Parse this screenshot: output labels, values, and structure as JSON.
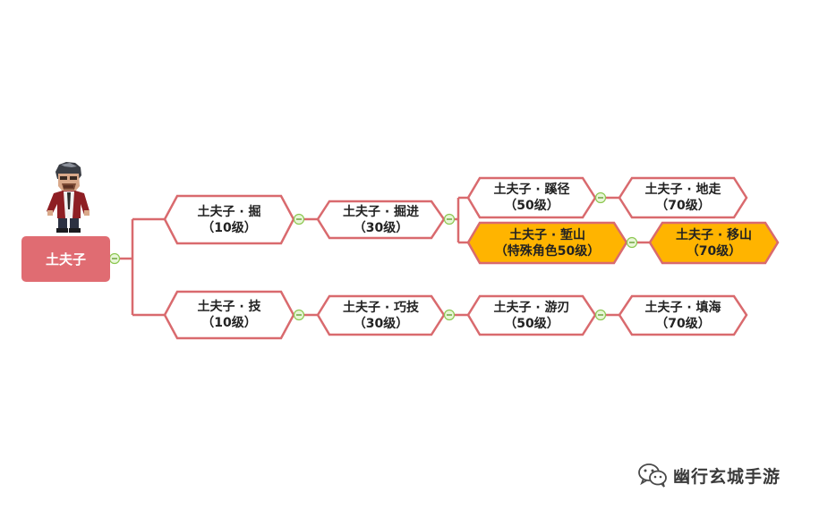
{
  "root": {
    "label": "土夫子"
  },
  "branches": {
    "jue": {
      "name": "土夫子 · 掘",
      "level": "（10级）"
    },
    "jie": {
      "name": "土夫子 · 掘进",
      "level": "（30级）"
    },
    "xijing": {
      "name": "土夫子 · 蹊径",
      "level": "（50级）"
    },
    "dizou": {
      "name": "土夫子 · 地走",
      "level": "（70级）"
    },
    "zhanshan": {
      "name": "土夫子 · 堑山",
      "level": "（特殊角色50级）"
    },
    "yishan": {
      "name": "土夫子 · 移山",
      "level": "（70级）"
    },
    "ji": {
      "name": "土夫子 · 技",
      "level": "（10级）"
    },
    "qiaoji": {
      "name": "土夫子 · 巧技",
      "level": "（30级）"
    },
    "youren": {
      "name": "土夫子 · 游刃",
      "level": "（50级）"
    },
    "tianhai": {
      "name": "土夫子 · 填海",
      "level": "（70级）"
    }
  },
  "watermark": {
    "text": "幽行玄城手游"
  },
  "colors": {
    "accent": "#e06c72",
    "node_border": "#d96a6e",
    "highlight_fill": "#ffb400",
    "toggle": "#8cc751"
  }
}
